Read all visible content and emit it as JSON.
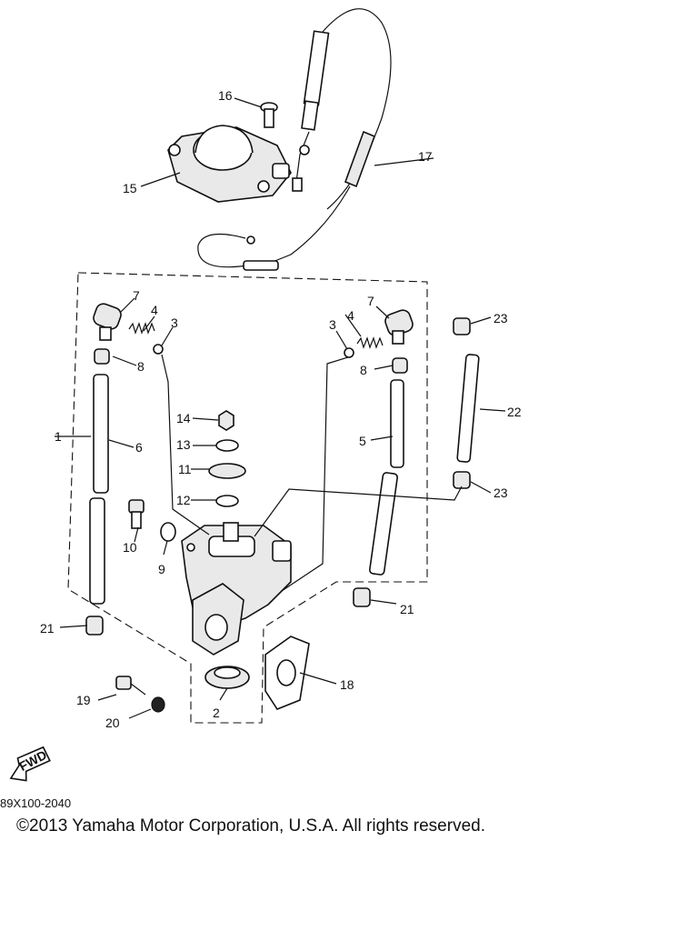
{
  "diagram": {
    "labels": [
      "1",
      "2",
      "3",
      "3",
      "4",
      "4",
      "5",
      "6",
      "7",
      "7",
      "8",
      "8",
      "9",
      "10",
      "11",
      "12",
      "13",
      "14",
      "15",
      "16",
      "17",
      "18",
      "19",
      "20",
      "21",
      "21",
      "22",
      "23",
      "23"
    ],
    "fwd_label": "FWD"
  },
  "footer": {
    "diagram_code": "89X100-2040",
    "copyright": "©2013 Yamaha Motor Corporation, U.S.A. All rights reserved."
  }
}
